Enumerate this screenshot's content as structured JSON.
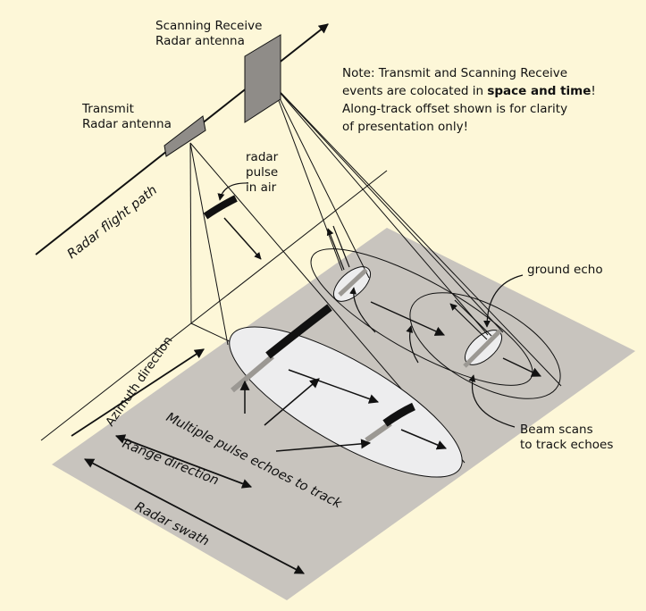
{
  "labels": {
    "receive_antenna": [
      "Scanning Receive",
      "Radar antenna"
    ],
    "transmit_antenna": [
      "Transmit",
      "Radar antenna"
    ],
    "note_line1": "Note: Transmit and Scanning Receive",
    "note_line2_pre": "events are colocated in ",
    "note_line2_bold": "space and time",
    "note_line2_post": "!",
    "note_line3": "Along-track offset shown is for clarity",
    "note_line4": "of presentation only!",
    "radar_pulse": [
      "radar",
      "pulse",
      "in air"
    ],
    "flight_path": "Radar flight path",
    "ground_echo": "ground echo",
    "beam_scans": [
      "Beam scans",
      "to track echoes"
    ],
    "azimuth_direction": "Azimuth direction",
    "range_direction": "Range direction",
    "radar_swath": "Radar swath",
    "multiple_pulse": "Multiple pulse echoes to track"
  },
  "colors": {
    "background": "#FDF7D8",
    "ground": "#C8C4BE",
    "footprint": "#EDEDEE",
    "antenna": "#8F8C88",
    "ink": "#111111"
  }
}
